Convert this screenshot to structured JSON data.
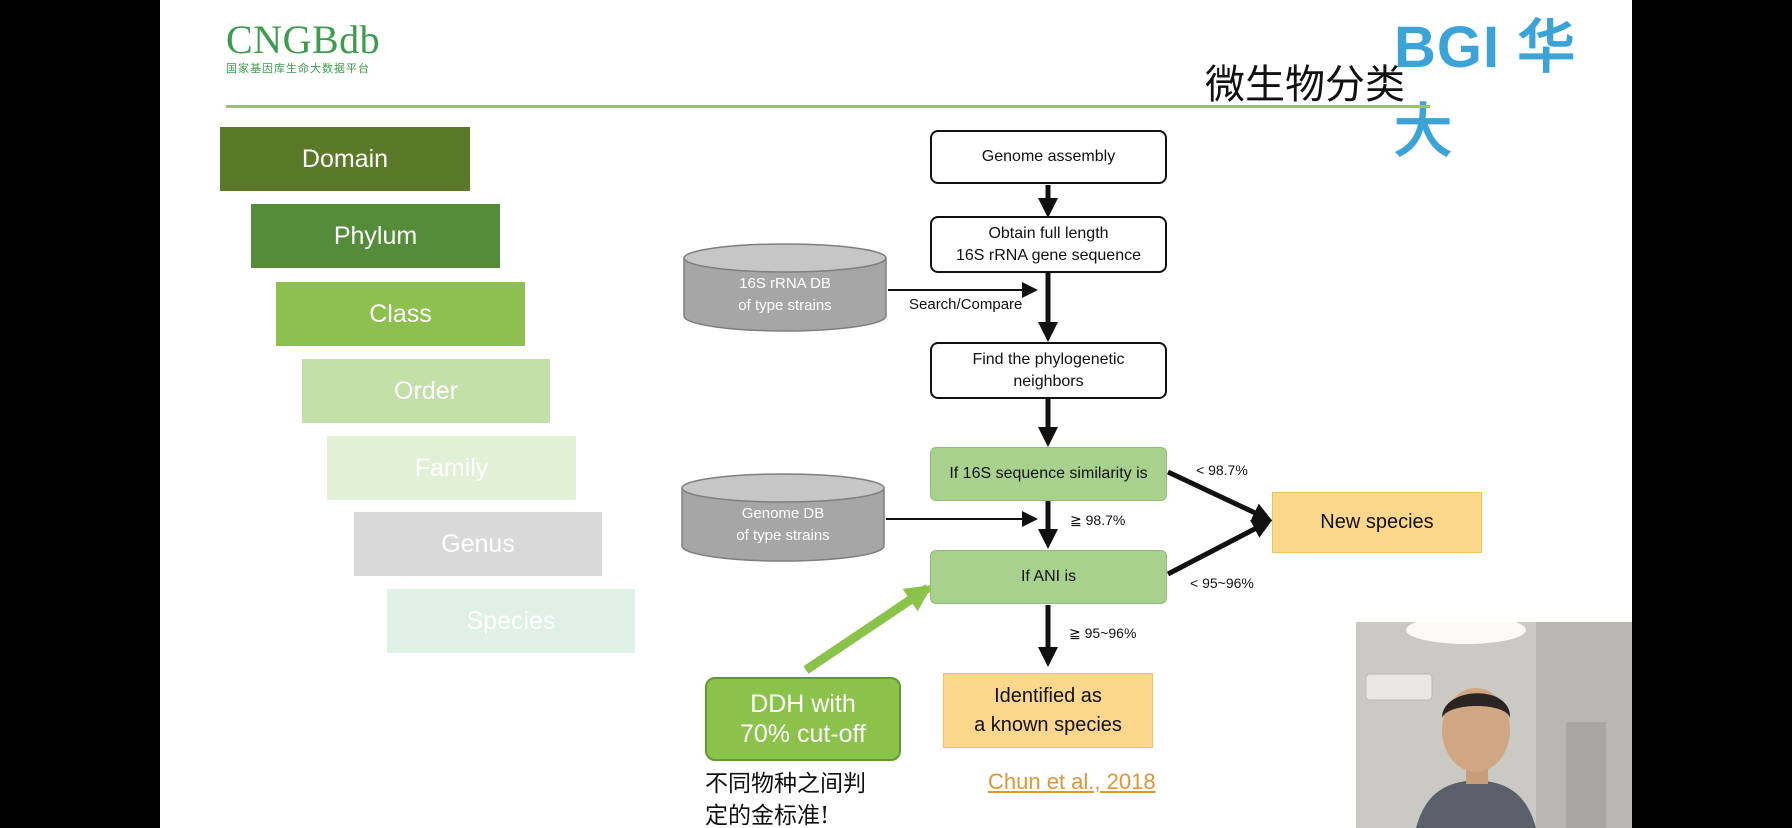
{
  "header": {
    "logo_title": "CNGBdb",
    "logo_subtitle": "国家基因库生命大数据平台",
    "brand_logo": "BGI 华大",
    "page_title": "微生物分类"
  },
  "taxonomy": {
    "levels": [
      {
        "label": "Domain",
        "color": "#5a7a2a"
      },
      {
        "label": "Phylum",
        "color": "#548c3a"
      },
      {
        "label": "Class",
        "color": "#8dc04f"
      },
      {
        "label": "Order",
        "color": "#c3e0a8"
      },
      {
        "label": "Family",
        "color": "#e2f0d6"
      },
      {
        "label": "Genus",
        "color": "#d9d9d9"
      },
      {
        "label": "Species",
        "color": "#dff1e6"
      }
    ]
  },
  "flow": {
    "genome_assembly": "Genome assembly",
    "obtain_16s": [
      "Obtain full length",
      "16S rRNA gene sequence"
    ],
    "db_16s": [
      "16S rRNA DB",
      "of type strains"
    ],
    "search_compare": "Search/Compare",
    "find_neighbors": [
      "Find the phylogenetic",
      "neighbors"
    ],
    "if_16s": "If 16S sequence similarity is",
    "lt_987": "< 98.7%",
    "ge_987": "≧ 98.7%",
    "new_species": "New species",
    "genome_db": [
      "Genome DB",
      "of type strains"
    ],
    "if_ani": "If ANI is",
    "lt_9596": "< 95~96%",
    "ge_9596": "≧ 95~96%",
    "identified": [
      "Identified as",
      "a known species"
    ],
    "ddh": [
      "DDH with",
      "70% cut-off"
    ],
    "note": [
      "不同物种之间判",
      "定的金标准!"
    ],
    "citation": "Chun et al., 2018"
  },
  "colors": {
    "accent_green": "#3d9b4d",
    "bgi_blue": "#3ba3d8",
    "green_box": "#a9d18e",
    "yellow_box": "#fdd78b",
    "db_gray": "#a6a6a6"
  }
}
